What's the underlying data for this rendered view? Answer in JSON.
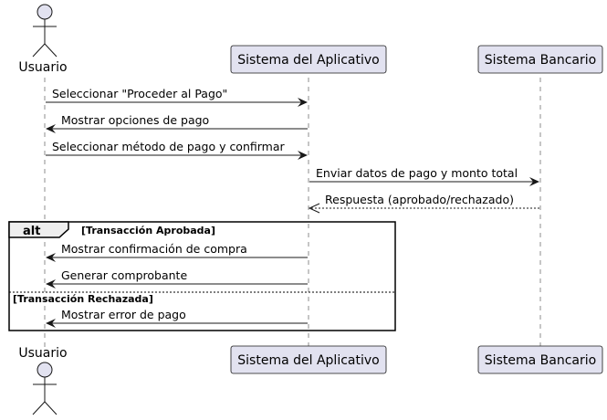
{
  "participants": [
    {
      "id": "user",
      "label": "Usuario",
      "kind": "actor"
    },
    {
      "id": "app",
      "label": "Sistema del Aplicativo",
      "kind": "box"
    },
    {
      "id": "bank",
      "label": "Sistema Bancario",
      "kind": "box"
    }
  ],
  "messages": [
    {
      "from": "user",
      "to": "app",
      "label": "Seleccionar \"Proceder al Pago\"",
      "style": "solid"
    },
    {
      "from": "app",
      "to": "user",
      "label": "Mostrar opciones de pago",
      "style": "solid"
    },
    {
      "from": "user",
      "to": "app",
      "label": "Seleccionar método de pago y confirmar",
      "style": "solid"
    },
    {
      "from": "app",
      "to": "bank",
      "label": "Enviar datos de pago y monto total",
      "style": "solid"
    },
    {
      "from": "bank",
      "to": "app",
      "label": "Respuesta (aprobado/rechazado)",
      "style": "dashed"
    },
    {
      "from": "app",
      "to": "user",
      "label": "Mostrar confirmación de compra",
      "style": "solid"
    },
    {
      "from": "app",
      "to": "user",
      "label": "Generar comprobante",
      "style": "solid"
    },
    {
      "from": "app",
      "to": "user",
      "label": "Mostrar error de pago",
      "style": "solid"
    }
  ],
  "fragment": {
    "keyword": "alt",
    "guard_1": "[Transacción Aprobada]",
    "guard_2": "[Transacción Rechazada]"
  },
  "colors": {
    "participant_fill": "#e2e2f0",
    "participant_stroke": "#181818",
    "line": "#181818",
    "lifeline": "#8c8c8c"
  }
}
